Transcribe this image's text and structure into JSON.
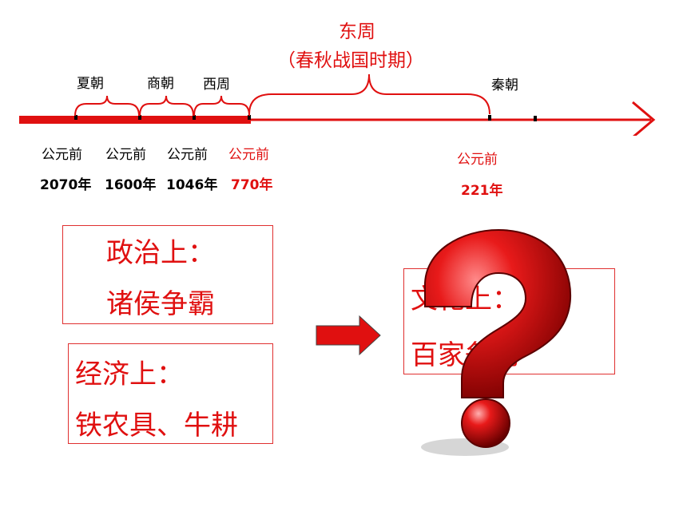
{
  "timeline": {
    "eras": {
      "xia": "夏朝",
      "shang": "商朝",
      "xizhou": "西周",
      "dongzhou": "东周",
      "dongzhou_sub": "（春秋战国时期）",
      "qin": "秦朝"
    },
    "dates": [
      {
        "prefix": "公元前",
        "year": "2070年",
        "color": "#000000"
      },
      {
        "prefix": "公元前",
        "year": "1600年",
        "color": "#000000"
      },
      {
        "prefix": "公元前",
        "year": "1046年",
        "color": "#000000"
      },
      {
        "prefix": "公元前",
        "year": "770年",
        "color": "#e01010"
      },
      {
        "prefix": "公元前",
        "year": "221年",
        "color": "#e01010"
      }
    ]
  },
  "boxes": {
    "politics": {
      "title": "政治上：",
      "content": "诸侯争霸"
    },
    "economy": {
      "title": "经济上：",
      "content": "铁农具、牛耕"
    },
    "culture": {
      "title": "文化上：",
      "content": "百家争鸣"
    }
  },
  "colors": {
    "accent": "#e01010",
    "border": "#e03030"
  },
  "icons": {
    "arrow": "right-arrow-icon",
    "question": "question-mark-icon"
  }
}
